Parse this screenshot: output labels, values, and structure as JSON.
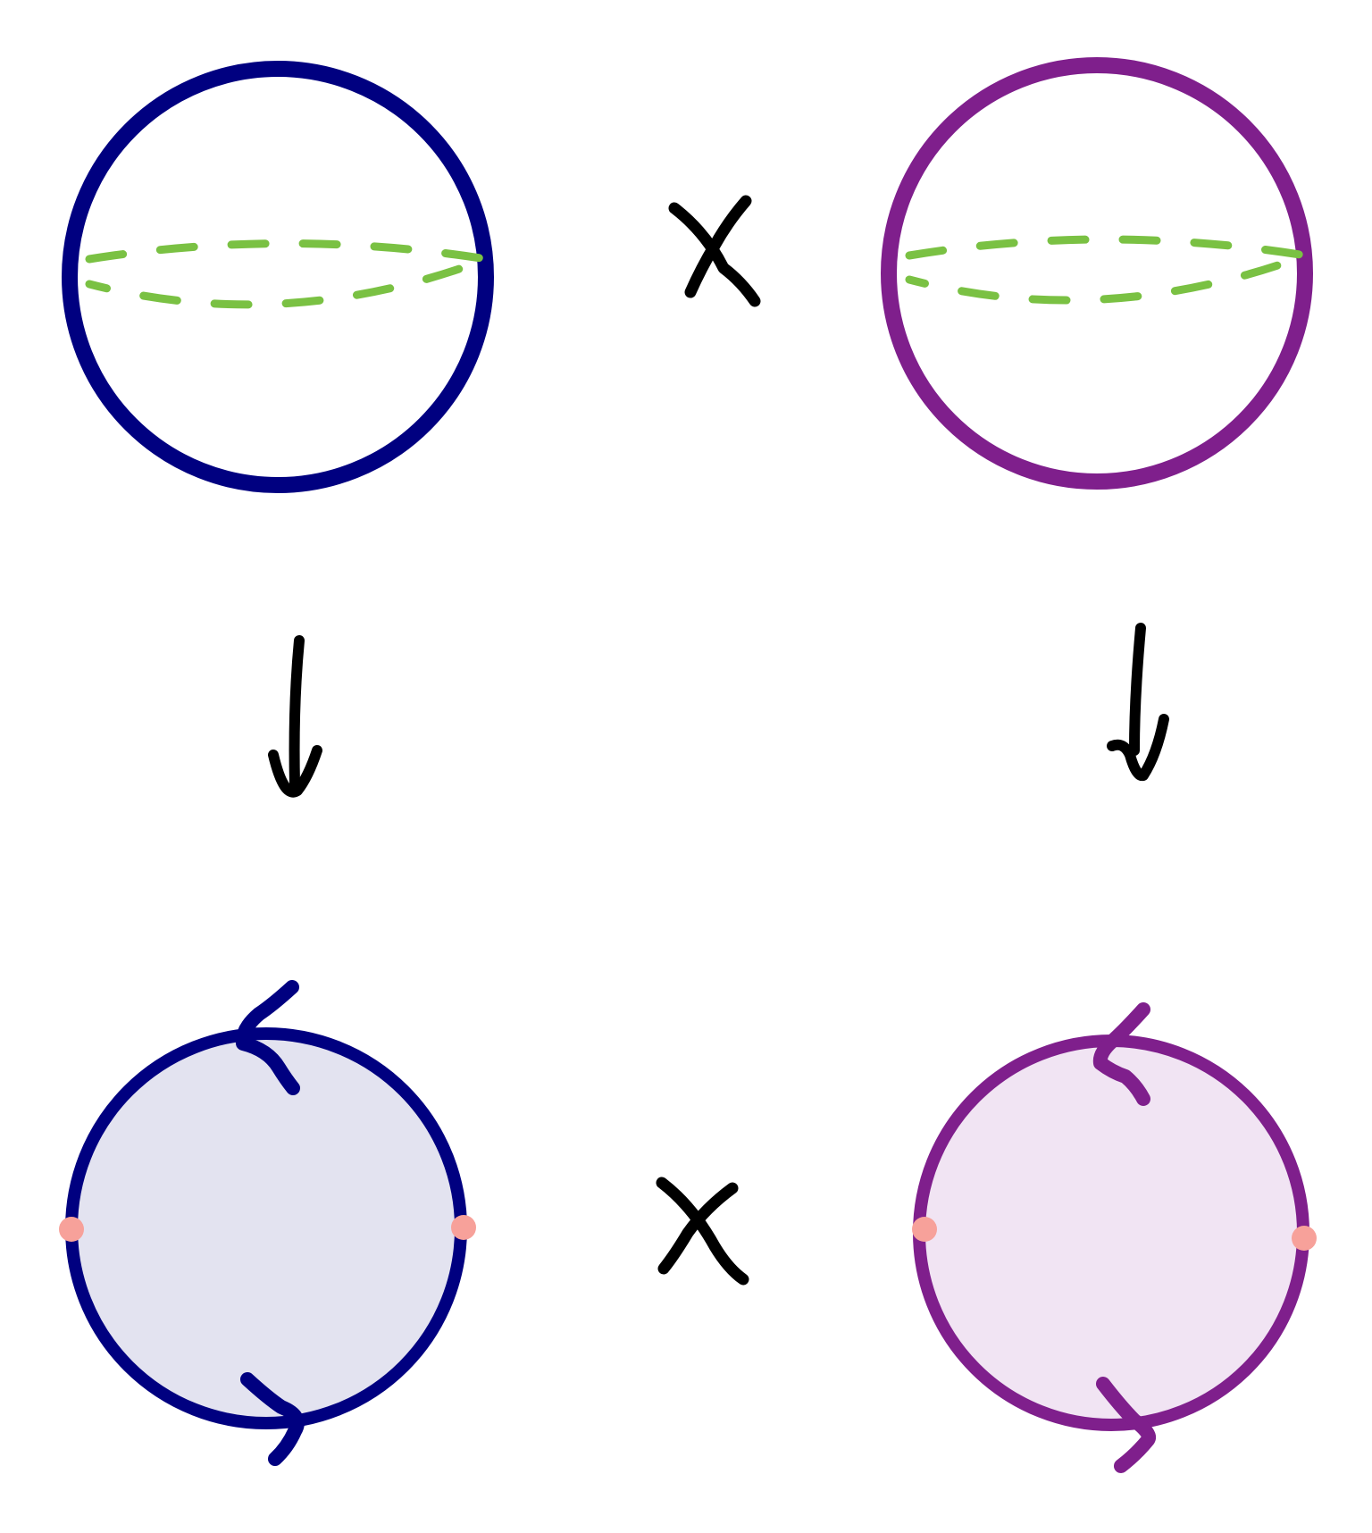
{
  "colors": {
    "left": "#000080",
    "right": "#7f1f8c",
    "left_fill": "#e3e3f0",
    "right_fill": "#f1e4f3",
    "equator": "#7ac143",
    "antipodal_points": "#f7a19a",
    "ink": "#000000"
  },
  "symbols": {
    "top_operator": "times-symbol",
    "bottom_operator": "times-symbol",
    "left_map": "down-arrow",
    "right_map": "down-arrow"
  },
  "nodes": [
    {
      "id": "sphere-left",
      "shape": "sphere",
      "color": "left",
      "equator": "dashed"
    },
    {
      "id": "sphere-right",
      "shape": "sphere",
      "color": "right",
      "equator": "dashed"
    },
    {
      "id": "disk-left",
      "shape": "disk",
      "color": "left",
      "boundary_points": 2,
      "orientation_arrows": 2
    },
    {
      "id": "disk-right",
      "shape": "disk",
      "color": "right",
      "boundary_points": 2,
      "orientation_arrows": 2
    }
  ],
  "edges": [
    {
      "from": "sphere-left",
      "to": "disk-left",
      "style": "arrow"
    },
    {
      "from": "sphere-right",
      "to": "disk-right",
      "style": "arrow"
    }
  ]
}
